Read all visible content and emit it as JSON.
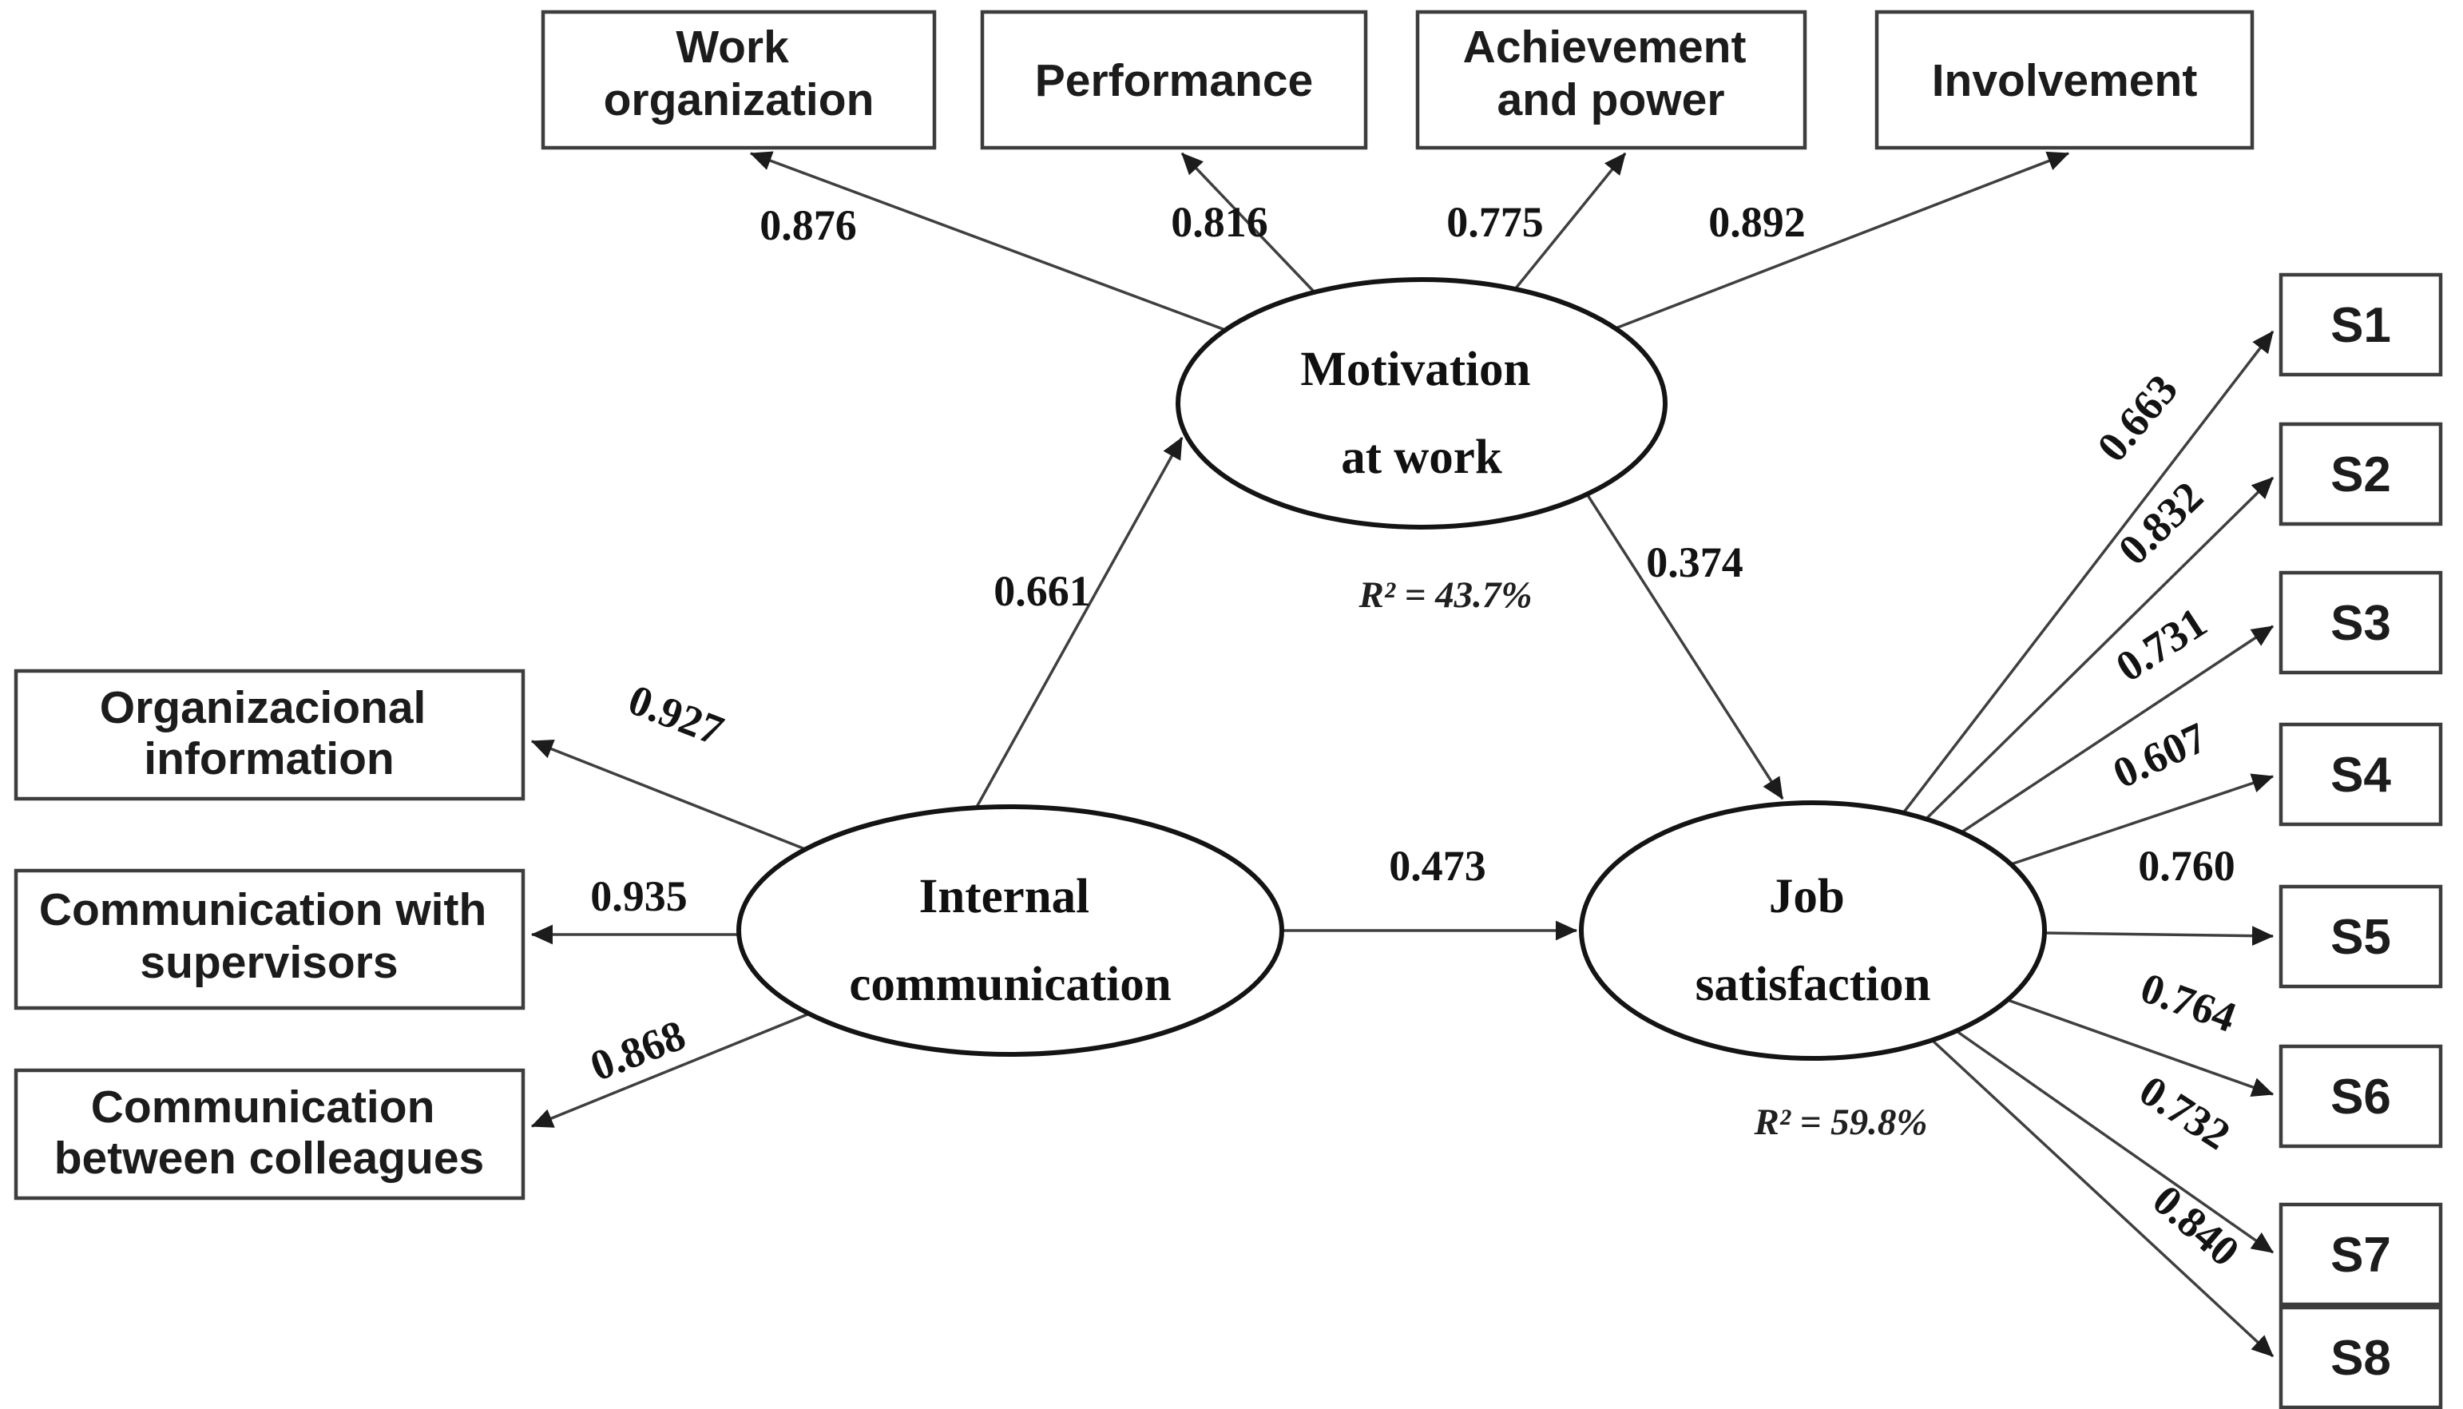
{
  "figure": {
    "background_color": "#ffffff",
    "line_color": "#3f3f3f",
    "box_border_color": "#3d3d3d",
    "text_color": "#1c1c1c",
    "type": "structural-equation-model-path-diagram"
  },
  "latents": {
    "motivation": {
      "line1": "Motivation",
      "line2": "at work",
      "r2": "R² = 43.7%"
    },
    "internal": {
      "line1": "Internal",
      "line2": "communication"
    },
    "job": {
      "line1": "Job",
      "line2": "satisfaction",
      "r2": "R² = 59.8%"
    }
  },
  "structural_paths": {
    "internal_to_motivation": "0.661",
    "internal_to_job": "0.473",
    "motivation_to_job": "0.374"
  },
  "motivation_indicators": [
    {
      "line1": "Work",
      "line2": "organization",
      "loading": "0.876"
    },
    {
      "line1": "Performance",
      "line2": "",
      "loading": "0.816"
    },
    {
      "line1": "Achievement",
      "line2": "and power",
      "loading": "0.775"
    },
    {
      "line1": "Involvement",
      "line2": "",
      "loading": "0.892"
    }
  ],
  "internal_indicators": [
    {
      "line1": "Organizacional",
      "line2": "information",
      "loading": "0.927"
    },
    {
      "line1": "Communication with",
      "line2": "supervisors",
      "loading": "0.935"
    },
    {
      "line1": "Communication",
      "line2": "between colleagues",
      "loading": "0.868"
    }
  ],
  "job_indicators": [
    {
      "label": "S1",
      "loading": "0.663"
    },
    {
      "label": "S2",
      "loading": "0.832"
    },
    {
      "label": "S3",
      "loading": "0.731"
    },
    {
      "label": "S4",
      "loading": "0.607"
    },
    {
      "label": "S5",
      "loading": "0.760"
    },
    {
      "label": "S6",
      "loading": "0.764"
    },
    {
      "label": "S7",
      "loading": "0.732"
    },
    {
      "label": "S8",
      "loading": "0.840"
    }
  ]
}
